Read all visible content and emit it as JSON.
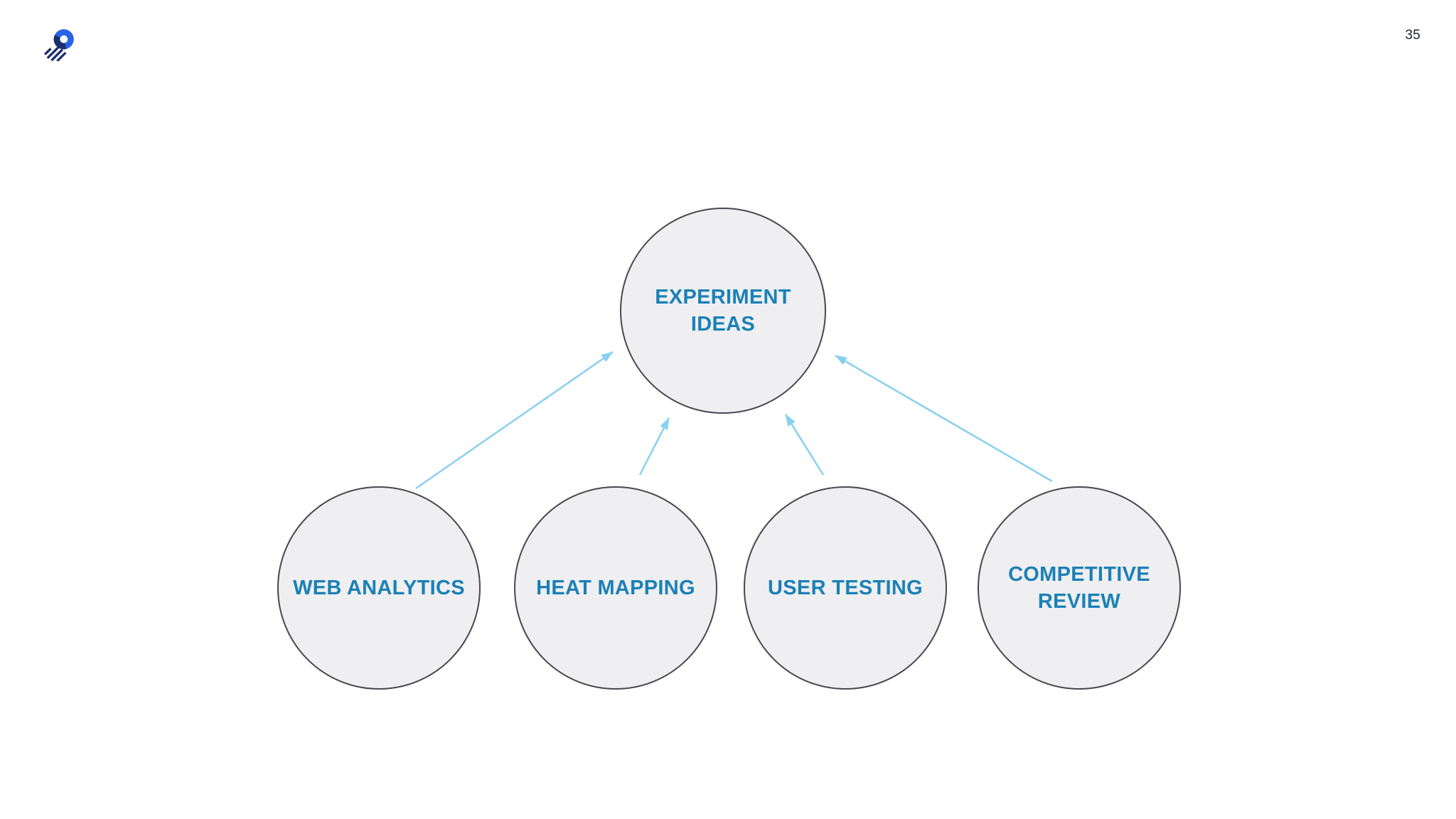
{
  "page": {
    "number": "35"
  },
  "header": {
    "logo_icon": "ring-swoosh-logo"
  },
  "diagram": {
    "center_node": {
      "label": "EXPERIMENT IDEAS"
    },
    "source_nodes": [
      {
        "label": "WEB ANALYTICS"
      },
      {
        "label": "HEAT MAPPING"
      },
      {
        "label": "USER TESTING"
      },
      {
        "label": "COMPETITIVE REVIEW"
      }
    ],
    "connections": [
      {
        "from": "WEB ANALYTICS",
        "to": "EXPERIMENT IDEAS"
      },
      {
        "from": "HEAT MAPPING",
        "to": "EXPERIMENT IDEAS"
      },
      {
        "from": "USER TESTING",
        "to": "EXPERIMENT IDEAS"
      },
      {
        "from": "COMPETITIVE REVIEW",
        "to": "EXPERIMENT IDEAS"
      }
    ],
    "colors": {
      "node_fill": "#efeff1",
      "node_border": "#47474f",
      "node_label": "#1b80b6",
      "arrow": "#88d0f2",
      "logo_blue": "#2b63e8",
      "logo_navy": "#1c2e6e",
      "page_number": "#20242e"
    }
  }
}
